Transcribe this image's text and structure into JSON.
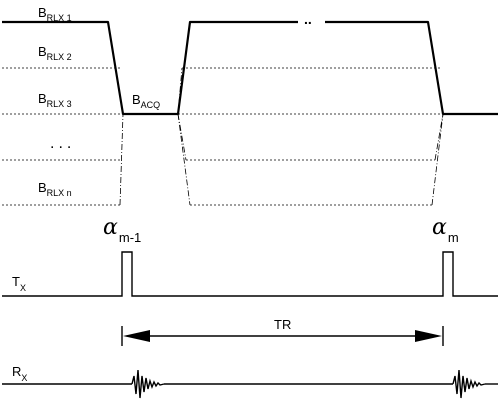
{
  "levels": {
    "b1": {
      "main": "B",
      "sub": "RLX 1"
    },
    "b2": {
      "main": "B",
      "sub": "RLX 2"
    },
    "b3": {
      "main": "B",
      "sub": "RLX 3"
    },
    "dots": "...",
    "bn": {
      "main": "B",
      "sub": "RLX n"
    },
    "acq": {
      "main": "B",
      "sub": "ACQ"
    },
    "gap": ".."
  },
  "tx": {
    "main": "T",
    "sub": "X"
  },
  "rx": {
    "main": "R",
    "sub": "X"
  },
  "pulses": {
    "p1": {
      "symbol": "α",
      "sub": "m-1"
    },
    "p2": {
      "symbol": "α",
      "sub": "m"
    }
  },
  "interval": {
    "label": "TR"
  }
}
